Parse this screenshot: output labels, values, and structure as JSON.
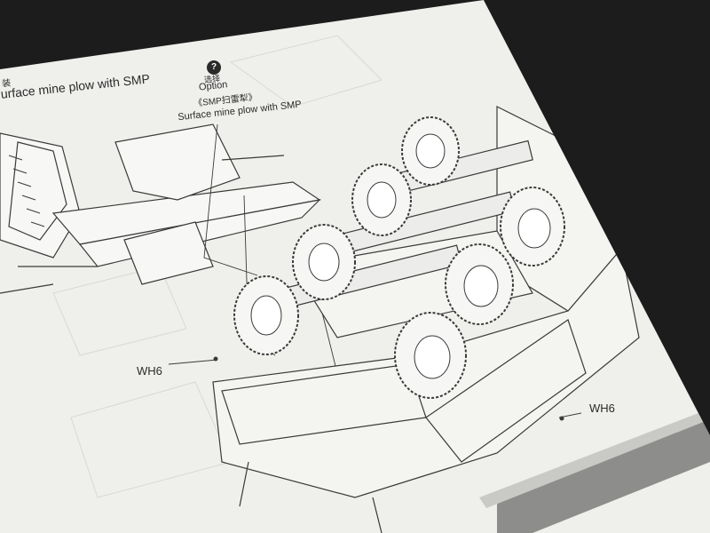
{
  "page": {
    "header_prefix": "装",
    "header_title": "urface mine plow with SMP"
  },
  "option_callout": {
    "step_marker": "?",
    "chinese_option": "选择",
    "option_label": "Option",
    "chinese_subtitle": "《SMP扫雷犁》",
    "subtitle": "Surface mine plow with SMP"
  },
  "parts": {
    "wh6_left": "WH6",
    "wh6_right": "WH6"
  },
  "colors": {
    "background": "#1c1c1c",
    "paper": "#efefec",
    "ink": "#2a2a2a",
    "footer_band": "#8d8d8b"
  }
}
